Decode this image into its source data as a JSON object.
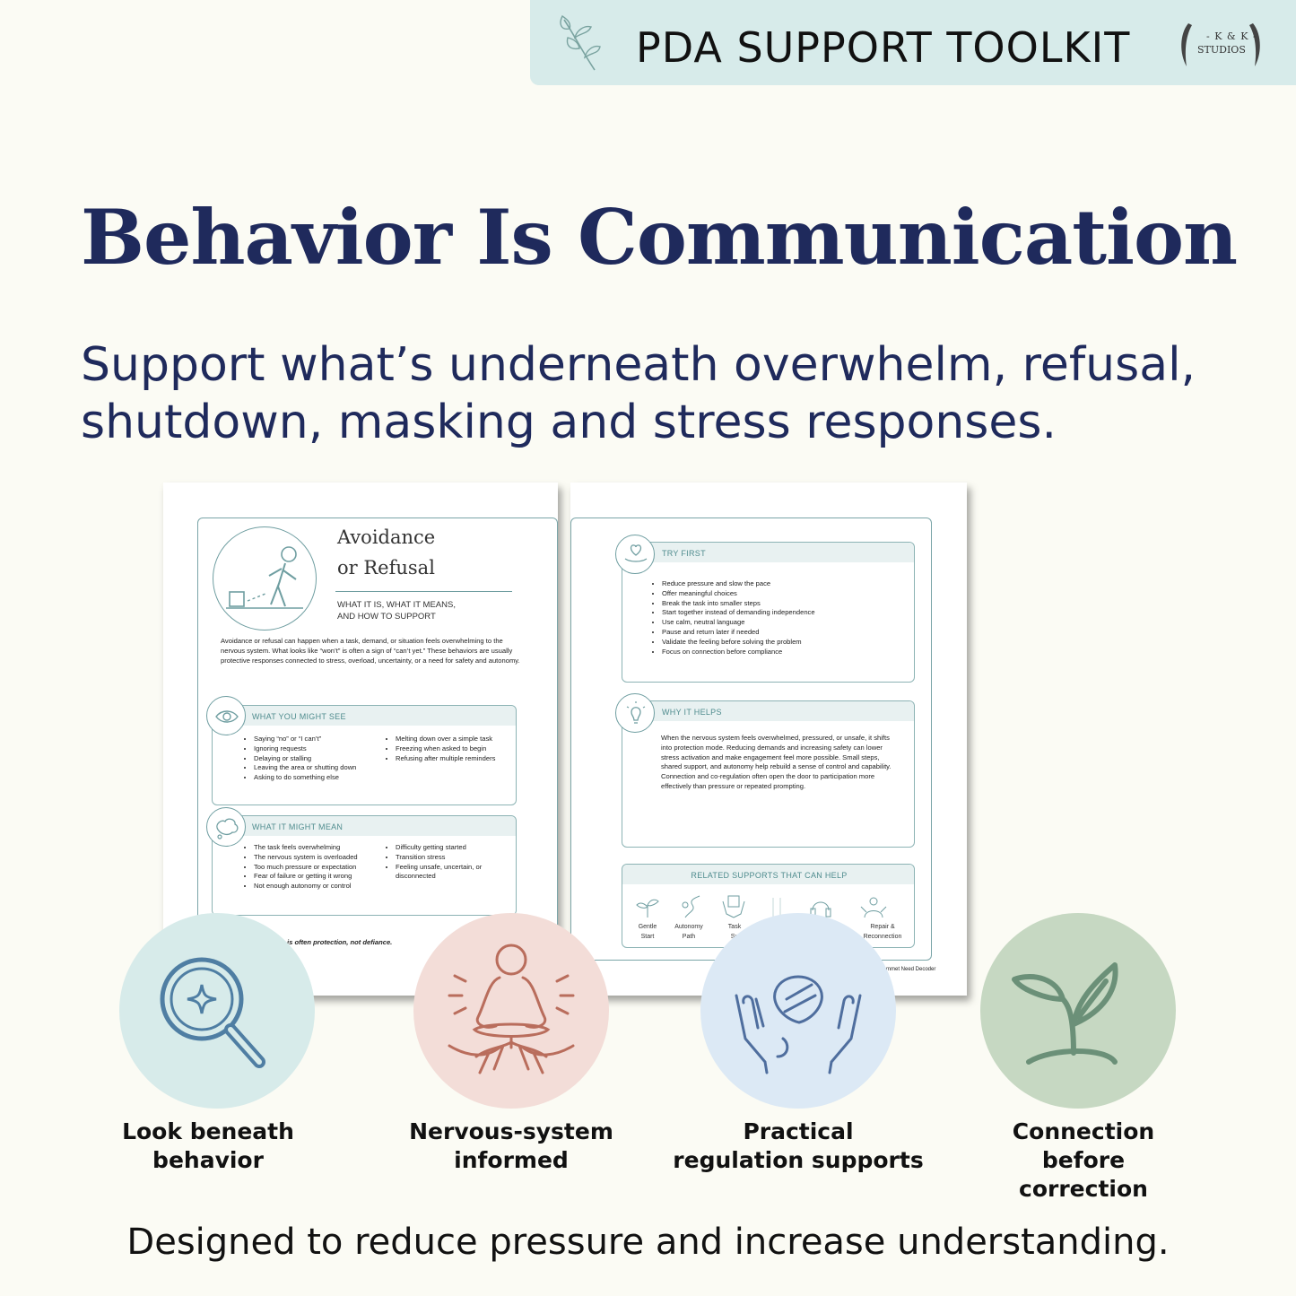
{
  "banner": {
    "title": "PDA SUPPORT TOOLKIT",
    "logo_line1": "- K & K -",
    "logo_line2": "STUDIOS",
    "sprig_icon": "leaf-sprig-icon"
  },
  "headline": "Behavior Is Communication",
  "subheadline": "Support what’s underneath overwhelm, refusal, shutdown, masking and stress responses.",
  "left_page": {
    "title_line1": "Avoidance",
    "title_line2": "or Refusal",
    "subtitle_line1": "WHAT IT IS, WHAT IT MEANS,",
    "subtitle_line2": "AND HOW TO SUPPORT",
    "intro": "Avoidance or refusal can happen when a task, demand, or situation feels overwhelming to the nervous system. What looks like “won’t” is often a sign of “can’t yet.” These behaviors are usually protective responses connected to stress, overload, uncertainty, or a need for safety and autonomy.",
    "see": {
      "title": "WHAT YOU MIGHT SEE",
      "col1": [
        "Saying “no” or “I can’t”",
        "Ignoring requests",
        "Delaying or stalling",
        "Leaving the area or shutting down",
        "Asking to do something else"
      ],
      "col2": [
        "Melting down over a simple task",
        "Freezing when asked to begin",
        "Refusing after multiple reminders"
      ]
    },
    "mean": {
      "title": "WHAT IT MIGHT MEAN",
      "col1": [
        "The task feels overwhelming",
        "The nervous system is overloaded",
        "Too much pressure or expectation",
        "Fear of failure or getting it wrong",
        "Not enough autonomy or control"
      ],
      "col2": [
        "Difficulty getting started",
        "Transition stress",
        "Feeling unsafe, uncertain, or disconnected"
      ]
    },
    "footer_note": "is often protection, not defiance."
  },
  "right_page": {
    "try_first": {
      "title": "TRY FIRST",
      "items": [
        "Reduce pressure and slow the pace",
        "Offer meaningful choices",
        "Break the task into smaller steps",
        "Start together instead of demanding independence",
        "Use calm, neutral language",
        "Pause and return later if needed",
        "Validate the feeling before solving the problem",
        "Focus on connection before compliance"
      ]
    },
    "why": {
      "title": "WHY IT HELPS",
      "text": "When the nervous system feels overwhelmed, pressured, or unsafe, it shifts into protection mode. Reducing demands and increasing safety can lower stress activation and make engagement feel more possible. Small steps, shared support, and autonomy help rebuild a sense of control and capability. Connection and co-regulation often open the door to participation more effectively than pressure or repeated prompting."
    },
    "related": {
      "title": "RELATED SUPPORTS THAT CAN HELP",
      "items": [
        {
          "line1": "Gentle",
          "line2": "Start"
        },
        {
          "line1": "Autonomy",
          "line2": "Path"
        },
        {
          "line1": "Task",
          "line2": "Su"
        },
        {
          "line1": "",
          "line2": ""
        },
        {
          "line1": "",
          "line2": ""
        },
        {
          "line1": "Repair &",
          "line2": "Reconnection"
        }
      ]
    },
    "page_footer": "mmet Need Decoder"
  },
  "features": [
    {
      "label_line1": "Look beneath",
      "label_line2": "behavior",
      "label_line3": "",
      "icon": "magnifier-sparkle-icon",
      "color": "#d7ebea"
    },
    {
      "label_line1": "Nervous-system",
      "label_line2": "informed",
      "label_line3": "",
      "icon": "meditation-roots-icon",
      "color": "#f3ddd8"
    },
    {
      "label_line1": "Practical",
      "label_line2": "regulation supports",
      "label_line3": "",
      "icon": "support-hands-icon",
      "color": "#dce9f5"
    },
    {
      "label_line1": "Connection",
      "label_line2": "before",
      "label_line3": "correction",
      "icon": "sprout-icon",
      "color": "#c6d8c2"
    }
  ],
  "footer": "Designed to reduce pressure and increase understanding."
}
